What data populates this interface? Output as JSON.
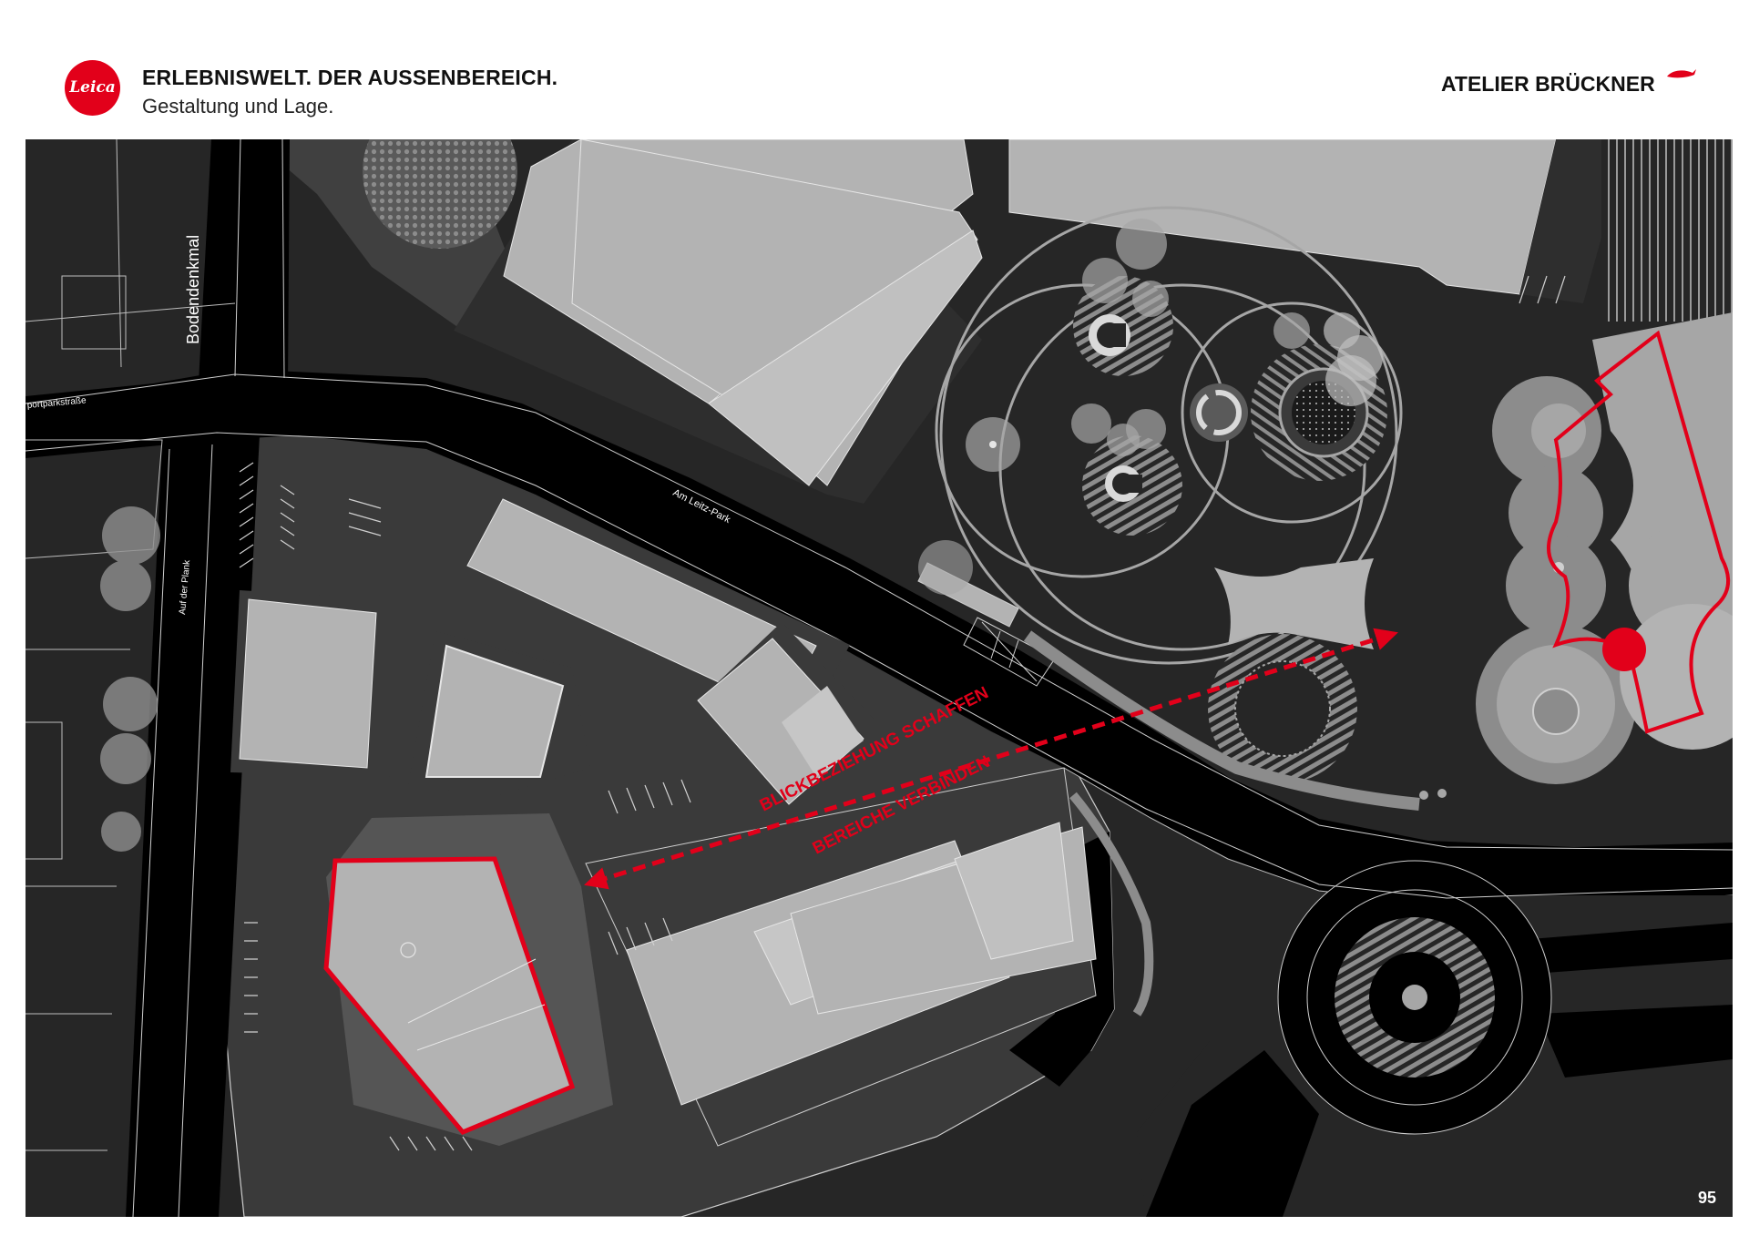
{
  "header": {
    "logo_text": "Leica",
    "title": "ERLEBNISWELT. DER AUSSENBEREICH.",
    "subtitle": "Gestaltung und Lage.",
    "brand": "ATELIER BRÜCKNER"
  },
  "map": {
    "labels": {
      "bodendenkmal": "Bodendenkmal",
      "sportparkstrasse": "portparkstraße",
      "auf_der_plank": "Auf der Plank",
      "am_leitz_park": "Am Leitz-Park",
      "blickbeziehung": "BLICKBEZIEHUNG SCHAFFEN",
      "bereiche": "BEREICHE VERBINDEN"
    },
    "colors": {
      "background": "#262626",
      "road": "#000000",
      "building": "#b3b3b3",
      "highlight": "#e2001a",
      "brand_red": "#e2001a"
    }
  },
  "footer": {
    "page_number": "95"
  }
}
